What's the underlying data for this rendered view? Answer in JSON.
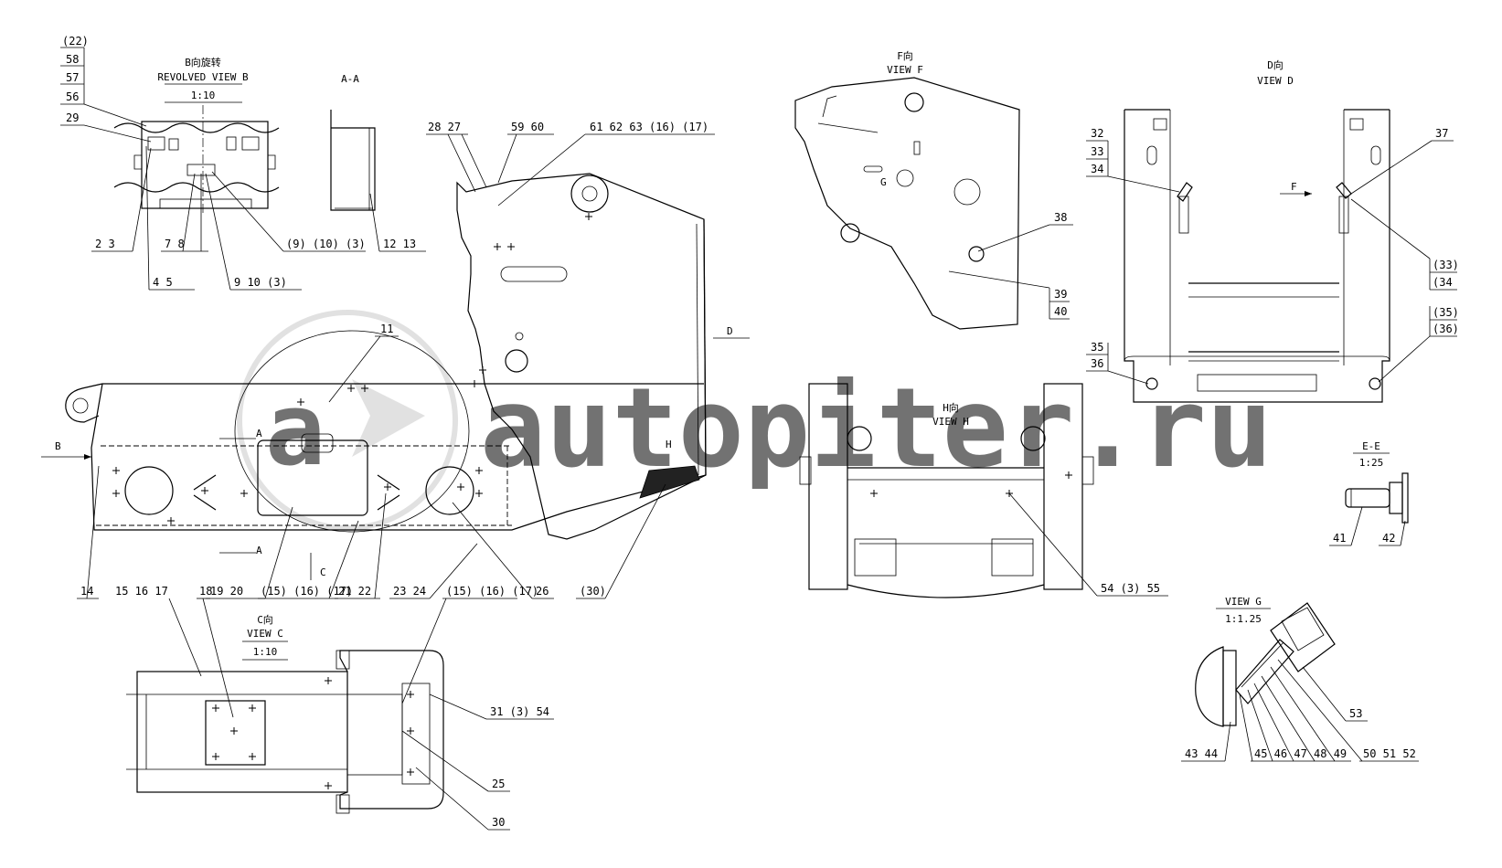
{
  "views": {
    "revolved_b": {
      "title_cn": "B向旋转",
      "title_en": "REVOLVED VIEW B",
      "scale": "1:10"
    },
    "section_aa": {
      "title": "A-A"
    },
    "view_f": {
      "title_cn": "F向",
      "title_en": "VIEW F"
    },
    "view_d": {
      "title_cn": "D向",
      "title_en": "VIEW D"
    },
    "view_h": {
      "title_cn": "H向",
      "title_en": "VIEW H"
    },
    "view_c": {
      "title_cn": "C向",
      "title_en": "VIEW C",
      "scale": "1:10"
    },
    "section_ee": {
      "title": "E-E",
      "scale": "1:25"
    },
    "view_g": {
      "title": "VIEW G",
      "scale": "1:1.25"
    }
  },
  "markers": {
    "a1": "A",
    "a2": "A",
    "b": "B",
    "c": "C",
    "d": "D",
    "f": "F",
    "g": "G",
    "h": "H"
  },
  "callouts": {
    "rvb_stack": [
      "(22)",
      "58",
      "57",
      "56"
    ],
    "c29": "29",
    "c2_3": "2   3",
    "c7_8": "7   8",
    "c9_10_3a": "(9)  (10)  (3)",
    "c12_13": "12   13",
    "c4_5": "4   5",
    "c9_10_3b": "9   10  (3)",
    "c28_27": "28  27",
    "c59_60": "59  60",
    "c61_group": "61  62  63  (16) (17)",
    "c11": "11",
    "c14": "14",
    "c15_16_17": "15   16   17",
    "c19_20": "19   20",
    "c15_16_17b": "(15) (16) (17)",
    "c21_22": "21   22",
    "c23_24": "23   24",
    "c15_16_17c": "(15) (16) (17)",
    "c26": "26",
    "c30a": "(30)",
    "c18": "18",
    "c31_3_54": "31  (3)   54",
    "c25": "25",
    "c30": "30",
    "c38": "38",
    "c39": "39",
    "c40": "40",
    "c32": "32",
    "c33": "33",
    "c34": "34",
    "c37": "37",
    "c33b": "(33)",
    "c34b": "(34",
    "c35b": "(35)",
    "c36b": "(36)",
    "c35": "35",
    "c36": "36",
    "c54_3_55": "54  (3)  55",
    "c41": "41",
    "c42": "42",
    "c53": "53",
    "c43_44": "43  44",
    "c45_49": "45  46  47  48  49",
    "c50_52": "50  51  52"
  },
  "watermark": "autopiter.ru"
}
